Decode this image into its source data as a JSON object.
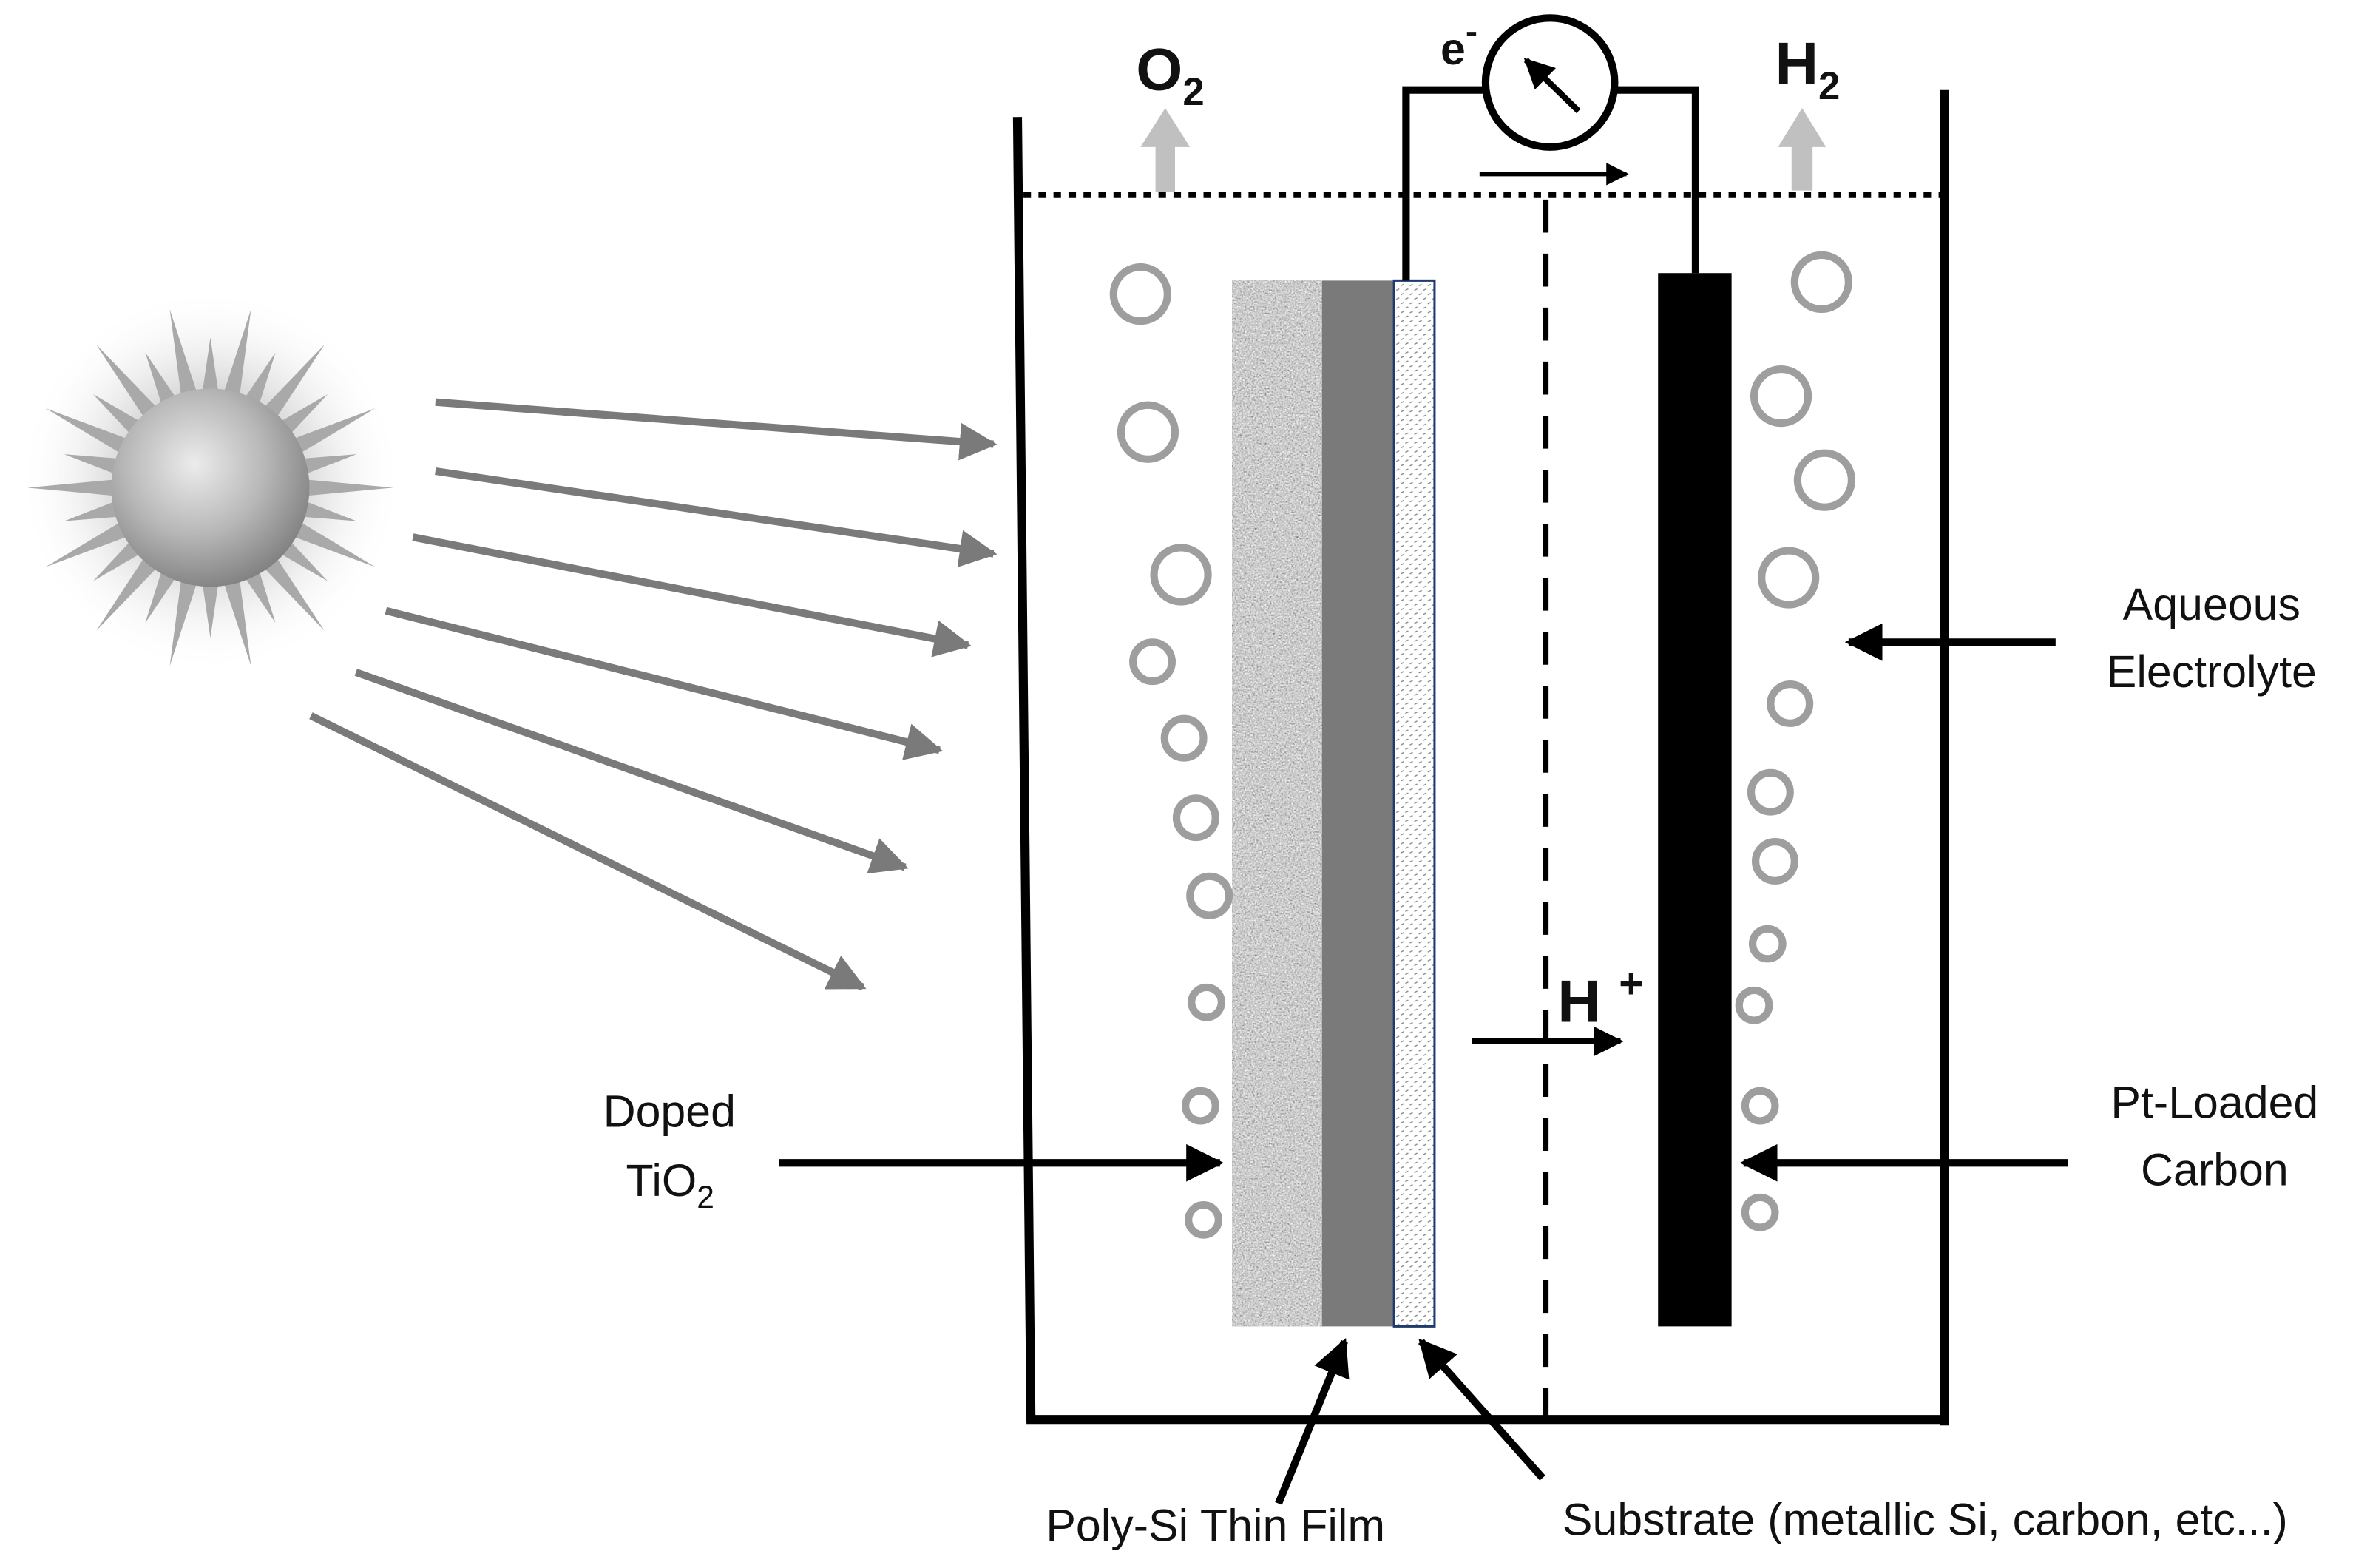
{
  "labels": {
    "o2": {
      "main": "O",
      "sub": "2"
    },
    "h2": {
      "main": "H",
      "sub": "2"
    },
    "electron": {
      "main": "e",
      "sup": "-"
    },
    "proton": {
      "main": "H",
      "sup": "+"
    },
    "aqueous_line1": "Aqueous",
    "aqueous_line2": "Electrolyte",
    "pt_line1": "Pt-Loaded",
    "pt_line2": "Carbon",
    "doped_line1": "Doped",
    "tio2": {
      "main": "TiO",
      "sub": "2"
    },
    "polysi": "Poly-Si Thin Film",
    "substrate": "Substrate (metallic Si, carbon, etc...)"
  },
  "icons": {
    "sun": "sun-icon",
    "ammeter": "ammeter-icon"
  },
  "colors": {
    "line": "#000000",
    "bubble": "#9e9e9e",
    "gas_arrow": "#c0c0c0",
    "light_ray": "#7a7a7a",
    "poly_si": "#7a7a7a",
    "pt_carbon": "#000000",
    "substrate_border": "#1f3a6e"
  }
}
